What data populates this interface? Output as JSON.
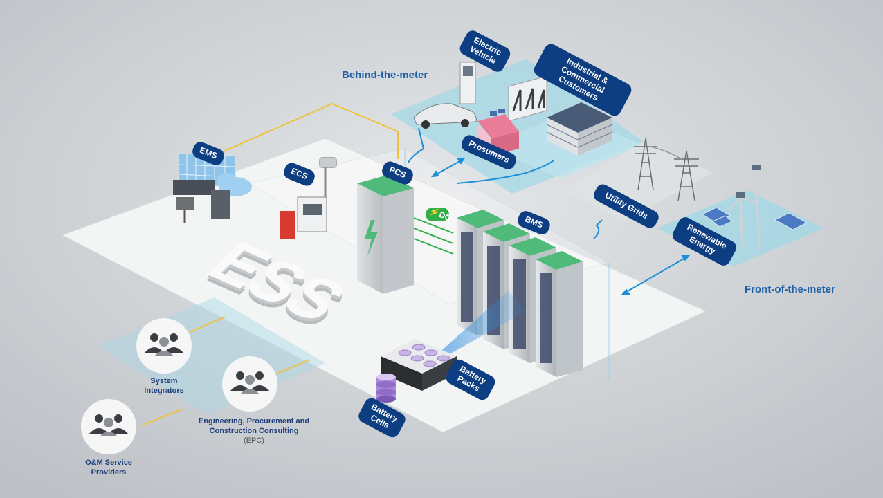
{
  "headings": {
    "behind_the_meter": "Behind-the-meter",
    "front_of_the_meter": "Front-of-the-meter"
  },
  "tags": {
    "ems": "EMS",
    "ecs": "ECS",
    "pcs": "PCS",
    "bms": "BMS",
    "electric_vehicle": "Electric Vehicle",
    "industrial_commercial": "Industrial & Commercial Customers",
    "prosumers": "Prosumers",
    "utility_grids": "Utility Grids",
    "renewable_energy": "Renewable Energy",
    "battery_packs": "Battery Packs",
    "battery_cells": "Battery Cells",
    "dc": "DC"
  },
  "big_label": "ESS",
  "stakeholders": {
    "system_integrators": "System Integrators",
    "epc_line1": "Engineering, Procurement and Construction Consulting",
    "epc_line2": "(EPC)",
    "om_providers": "O&M Service Providers"
  },
  "icons": {
    "people": "people-group-icon",
    "lightning": "lightning-icon"
  },
  "colors": {
    "tag_bg": "#0e3e82",
    "heading": "#1f5fa8",
    "arrow": "#1a8fd8",
    "dc_arrow": "#2fae4a",
    "yellow_line": "#f0c23a",
    "cabinet_top": "#4fba7a"
  }
}
